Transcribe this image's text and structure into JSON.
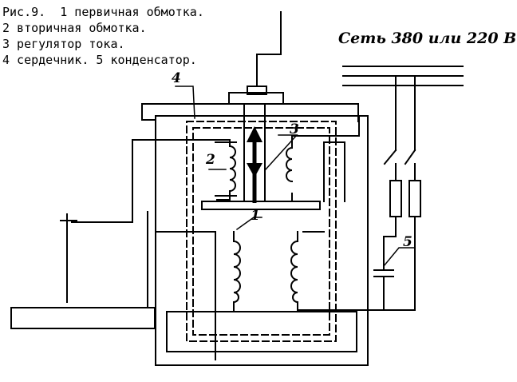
{
  "legend": {
    "line1_prefix": "Рис.9.",
    "line1_text": "  1 первичная обмотка.",
    "line2": "2 вторичная обмотка.",
    "line3": "3 регулятор тока.",
    "line4": "4 сердечник. 5 конденсатор."
  },
  "network_label": "Сеть 380 или 220 В",
  "callouts": {
    "primary": "1",
    "secondary": "2",
    "regulator": "3",
    "core": "4",
    "capacitor": "5"
  },
  "colors": {
    "stroke": "#000000",
    "background": "#ffffff"
  }
}
